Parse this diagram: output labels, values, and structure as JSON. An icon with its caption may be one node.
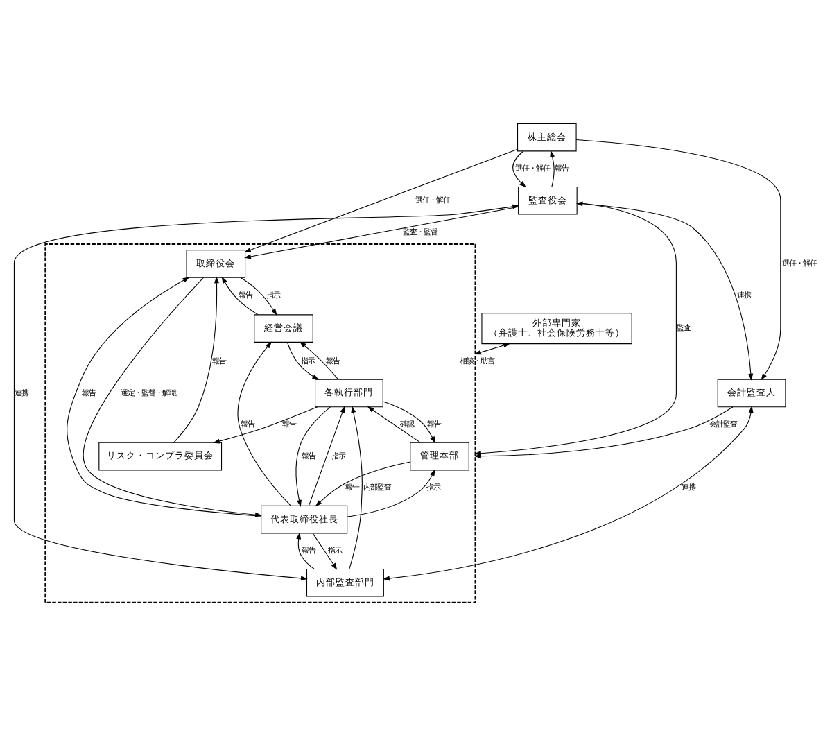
{
  "diagram": {
    "nodes": [
      {
        "text": [
          "株主総会"
        ]
      },
      {
        "text": [],
        "shape": "box"
      },
      {
        "text": [
          "取締役会"
        ],
        "in": 1
      },
      {
        "text": [
          "監査役会"
        ]
      },
      {
        "text": [
          "経営会議"
        ],
        "in": 1
      },
      {
        "text": [
          "代表取締役社長"
        ],
        "in": 1
      },
      {
        "text": [
          "リスク・コンプラ委員会"
        ],
        "in": 1
      },
      {
        "text": [
          "会計監査人"
        ]
      },
      {
        "text": [
          "内部監査部門"
        ],
        "in": 1
      },
      {
        "text": [
          "管理本部"
        ],
        "in": 1
      },
      {
        "text": [
          "外部専門家",
          "（弁護士、社会保険労務士等）"
        ]
      },
      {
        "text": [
          "各執行部門"
        ],
        "in": 1
      }
    ],
    "edges": [
      {
        "from": 0,
        "to": 7,
        "arrow": "to",
        "label": "選任・解任"
      },
      {
        "from": 0,
        "to": 3,
        "arrow": "to",
        "label": "選任・解任"
      },
      {
        "from": 3,
        "to": 0,
        "arrow": "to",
        "label": "報告"
      },
      {
        "from": 0,
        "to": 2,
        "arrow": "to",
        "label": "選任・解任"
      },
      {
        "from": 3,
        "to": 2,
        "arrow": "to",
        "label": "監査・監督"
      },
      {
        "from": 3,
        "to": 1,
        "arrow": "to",
        "label": "監査"
      },
      {
        "from": 3,
        "to": 7,
        "arrow": "both",
        "label": "連携"
      },
      {
        "from": 3,
        "to": 8,
        "arrow": "both",
        "label": "連携"
      },
      {
        "from": 7,
        "to": 8,
        "arrow": "both",
        "label": "連携"
      },
      {
        "from": 7,
        "to": 1,
        "arrow": "to",
        "label": "会計監査"
      },
      {
        "from": 10,
        "to": 1,
        "arrow": "both",
        "label": "相談・助言"
      },
      {
        "from": 2,
        "to": 5,
        "arrow": "to",
        "label": "選定・監督・解職"
      },
      {
        "from": 5,
        "to": 2,
        "arrow": "to",
        "label": "報告"
      },
      {
        "from": 2,
        "to": 4,
        "arrow": "to",
        "label": "指示"
      },
      {
        "from": 4,
        "to": 2,
        "arrow": "to",
        "label": "報告"
      },
      {
        "from": 5,
        "to": 4,
        "arrow": "to",
        "label": "報告"
      },
      {
        "from": 6,
        "to": 2,
        "arrow": "to",
        "label": "報告"
      },
      {
        "from": 5,
        "to": 8,
        "arrow": "to",
        "label": "指示"
      },
      {
        "from": 8,
        "to": 5,
        "arrow": "to",
        "label": "報告"
      },
      {
        "from": 5,
        "to": 9,
        "arrow": "to",
        "label": "指示"
      },
      {
        "from": 9,
        "to": 5,
        "arrow": "to",
        "label": "報告"
      },
      {
        "from": 5,
        "to": 11,
        "arrow": "to",
        "label": "指示"
      },
      {
        "from": 11,
        "to": 5,
        "arrow": "to",
        "label": "報告"
      },
      {
        "from": 4,
        "to": 11,
        "arrow": "to",
        "label": "指示"
      },
      {
        "from": 11,
        "to": 4,
        "arrow": "to",
        "label": "報告"
      },
      {
        "from": 8,
        "to": 11,
        "arrow": "to",
        "label": "内部監査"
      },
      {
        "from": 9,
        "to": 11,
        "arrow": "to",
        "label": "確認"
      },
      {
        "from": 11,
        "to": 9,
        "arrow": "to",
        "label": "報告"
      },
      {
        "from": 11,
        "to": 6,
        "arrow": "to",
        "label": "報告"
      }
    ]
  }
}
